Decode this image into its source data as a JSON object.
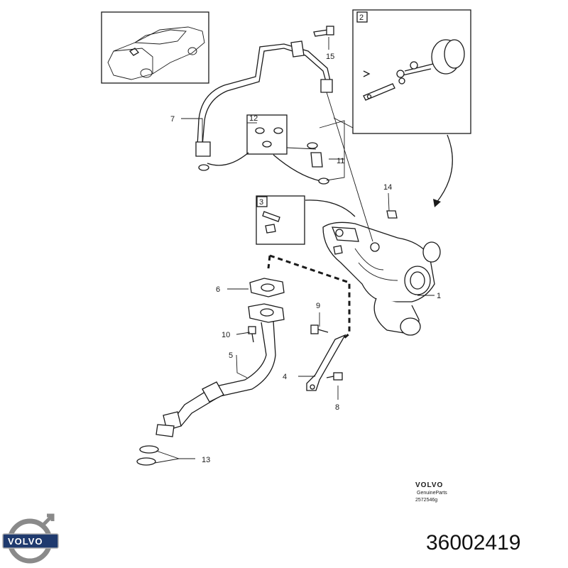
{
  "callouts": [
    {
      "id": "c1",
      "text": "1"
    },
    {
      "id": "c2",
      "text": "2"
    },
    {
      "id": "c3",
      "text": "3"
    },
    {
      "id": "c4",
      "text": "4"
    },
    {
      "id": "c5",
      "text": "5"
    },
    {
      "id": "c6",
      "text": "6"
    },
    {
      "id": "c7",
      "text": "7"
    },
    {
      "id": "c8",
      "text": "8"
    },
    {
      "id": "c9",
      "text": "9"
    },
    {
      "id": "c10",
      "text": "10"
    },
    {
      "id": "c11",
      "text": "11"
    },
    {
      "id": "c12",
      "text": "12"
    },
    {
      "id": "c13",
      "text": "13"
    },
    {
      "id": "c14",
      "text": "14"
    },
    {
      "id": "c15",
      "text": "15"
    }
  ],
  "footer": {
    "brand": "VOLVO",
    "genuine": "GenuineParts",
    "drawing_code": "2572546g"
  },
  "logo": {
    "text": "VOLVO",
    "color": "#1f3a6e"
  },
  "part_number": "36002419"
}
